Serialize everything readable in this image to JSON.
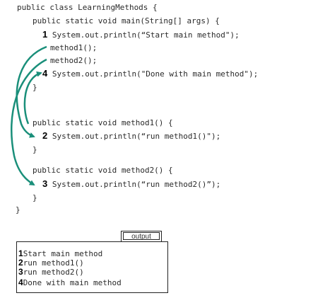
{
  "code": {
    "line1": "public class LearningMethods {",
    "line2": "public static void main(String[] args) {",
    "line3_num": "1",
    "line3": "System.out.println(“Start main method\");",
    "line4": "method1();",
    "line5": "method2();",
    "line6_num": "4",
    "line6": "System.out.println(\"Done with main method\");",
    "line7": "}",
    "line8": "public static void method1() {",
    "line9_num": "2",
    "line9": "System.out.println(“run method1()\");",
    "line10": "}",
    "line11": "public static void method2() {",
    "line12_num": "3",
    "line12": "System.out.println(“run method2()”);",
    "line13": "}",
    "line14": "}"
  },
  "output": {
    "tab_label": "output",
    "lines": [
      {
        "num": "1",
        "text": "Start main method"
      },
      {
        "num": "2",
        "text": "run method1()"
      },
      {
        "num": "3",
        "text": "run method2()"
      },
      {
        "num": "4",
        "text": "Done with main method"
      }
    ]
  },
  "colors": {
    "arrow": "#1a8f7a",
    "text": "#2a2a2a"
  }
}
